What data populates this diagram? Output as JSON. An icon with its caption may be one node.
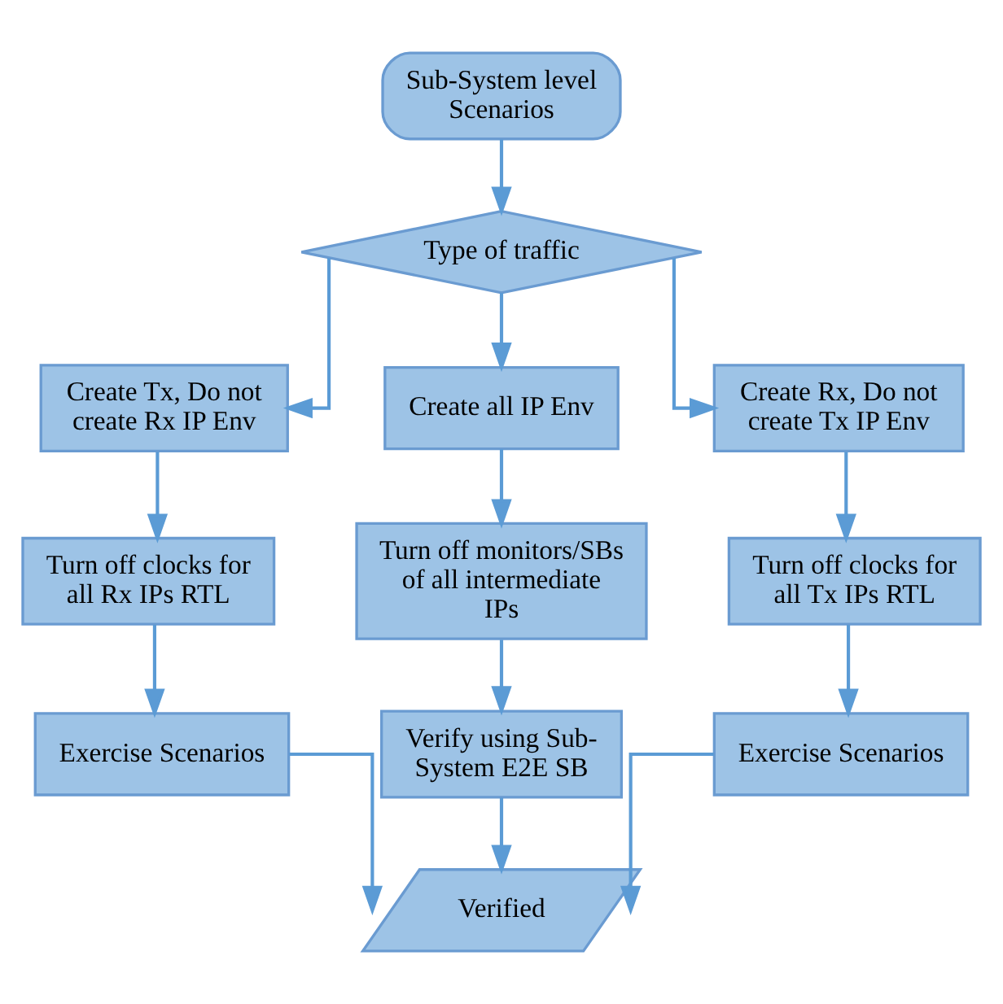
{
  "diagram": {
    "nodes": [
      {
        "text": [
          "Sub-System level Scenarios"
        ]
      },
      {
        "text": [
          "Type of traffic"
        ]
      },
      {
        "text": [
          "Create Tx, Do not create Rx IP Env"
        ]
      },
      {
        "text": [
          "Turn off clocks for all Rx IPs RTL"
        ]
      },
      {
        "text": [
          "Exercise Scenarios"
        ]
      },
      {
        "text": [
          "Create all IP Env"
        ]
      },
      {
        "text": [
          "Turn off monitors/SBs of all intermediate IPs"
        ]
      },
      {
        "text": [
          "Verify using Sub-System E2E SB"
        ]
      },
      {
        "text": [
          "Create Rx, Do not create Tx IP Env"
        ]
      },
      {
        "text": [
          "Turn off clocks for all Tx IPs RTL"
        ]
      },
      {
        "text": [
          "Exercise Scenarios"
        ]
      },
      {
        "text": [
          "Verified"
        ]
      }
    ],
    "edges": [
      {
        "from": 0,
        "to": 1,
        "arrow": "to"
      },
      {
        "from": 1,
        "to": 2,
        "arrow": "to"
      },
      {
        "from": 1,
        "to": 5,
        "arrow": "to"
      },
      {
        "from": 1,
        "to": 8,
        "arrow": "to"
      },
      {
        "from": 2,
        "to": 3,
        "arrow": "to"
      },
      {
        "from": 3,
        "to": 4,
        "arrow": "to"
      },
      {
        "from": 5,
        "to": 6,
        "arrow": "to"
      },
      {
        "from": 6,
        "to": 7,
        "arrow": "to"
      },
      {
        "from": 8,
        "to": 9,
        "arrow": "to"
      },
      {
        "from": 9,
        "to": 10,
        "arrow": "to"
      },
      {
        "from": 4,
        "to": 11,
        "arrow": "to"
      },
      {
        "from": 7,
        "to": 11,
        "arrow": "to"
      },
      {
        "from": 10,
        "to": 11,
        "arrow": "to"
      }
    ]
  }
}
